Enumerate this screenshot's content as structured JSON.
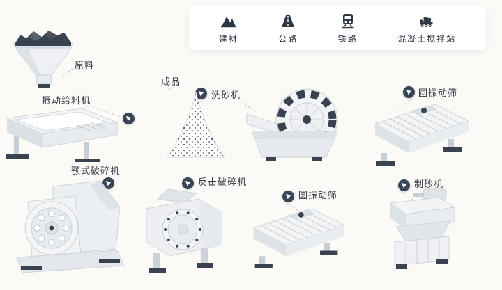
{
  "legend": {
    "items": [
      {
        "id": "building-materials",
        "label": "建材"
      },
      {
        "id": "highway",
        "label": "公路"
      },
      {
        "id": "railway",
        "label": "铁路"
      },
      {
        "id": "concrete-mixing-station",
        "label": "混凝土搅拌站"
      }
    ]
  },
  "nodes": {
    "raw_material": {
      "label": "原料"
    },
    "vibrating_feeder": {
      "label": "振动给料机"
    },
    "finished_product": {
      "label": "成品"
    },
    "sand_washer": {
      "label": "洗砂机"
    },
    "screen_top": {
      "label": "圆振动筛"
    },
    "jaw_crusher": {
      "label": "颚式破碎机"
    },
    "impact_crusher": {
      "label": "反击破碎机"
    },
    "screen_bottom": {
      "label": "圆振动筛"
    },
    "sand_maker": {
      "label": "制砂机"
    }
  },
  "colors": {
    "badge": "#3a4657",
    "machine_dark": "#3a4250",
    "machine_light": "#eceff2",
    "outline": "#ccd2d8",
    "label_text": "#333a45",
    "legend_icon": "#2e3744",
    "background": "#fbfaf7",
    "legend_background": "#ffffff",
    "connector": "#c5cad0"
  }
}
